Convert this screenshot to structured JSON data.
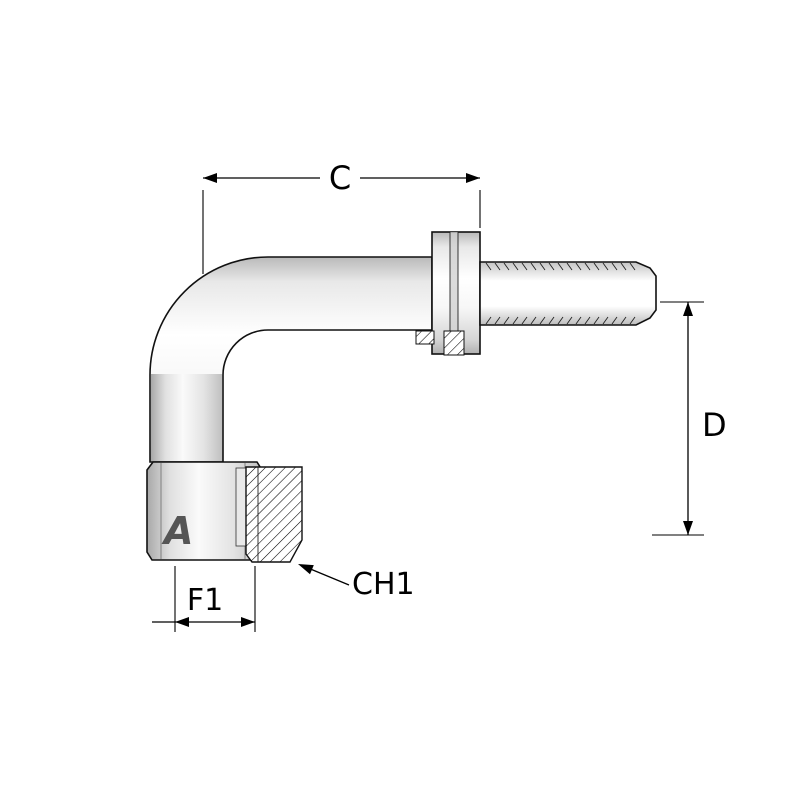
{
  "diagram": {
    "labels": {
      "dim_c": "C",
      "dim_d": "D",
      "dim_f1": "F1",
      "dim_ch1": "CH1"
    },
    "logo_text": "A",
    "colors": {
      "background": "#ffffff",
      "line": "#000000",
      "metal_highlight": "#ffffff",
      "metal_shadow": "#b5b5b5"
    }
  }
}
